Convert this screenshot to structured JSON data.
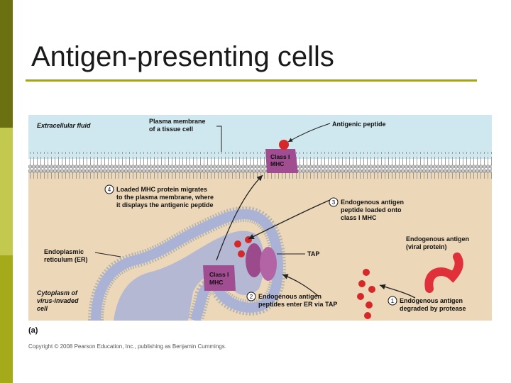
{
  "slide": {
    "title": "Antigen-presenting cells"
  },
  "figure": {
    "regions": {
      "extracellular": "Extracellular fluid",
      "cytoplasm": [
        "Cytoplasm of",
        "virus-invaded",
        "cell"
      ]
    },
    "labels": {
      "plasma_membrane": [
        "Plasma membrane",
        "of a tissue cell"
      ],
      "antigenic_peptide": "Antigenic peptide",
      "mhc_top": [
        "Class I",
        "MHC"
      ],
      "mhc_er": [
        "Class I",
        "MHC"
      ],
      "er": [
        "Endoplasmic",
        "reticulum (ER)"
      ],
      "tap": "TAP",
      "viral_protein": [
        "Endogenous antigen",
        "(viral protein)"
      ]
    },
    "steps": [
      {
        "number": "1",
        "lines": [
          "Endogenous antigen",
          "degraded by protease"
        ]
      },
      {
        "number": "2",
        "lines": [
          "Endogenous antigen",
          "peptides enter ER via TAP"
        ]
      },
      {
        "number": "3",
        "lines": [
          "Endogenous antigen",
          "peptide loaded onto",
          "class I MHC"
        ]
      },
      {
        "number": "4",
        "lines": [
          "Loaded MHC protein migrates",
          "to the plasma membrane, where",
          "it displays the antigenic peptide"
        ]
      }
    ],
    "panel_label": "(a)",
    "copyright": "Copyright © 2008 Pearson Education, Inc., publishing as Benjamin Cummings."
  },
  "colors": {
    "extracellular": "#cfe7ee",
    "cytoplasm": "#ecd8b9",
    "er_lumen": "#aab3d6",
    "mhc": "#a04d92",
    "peptide": "#d62828",
    "viral_protein": "#e0303a",
    "accent_bar": "#a3a41a"
  }
}
